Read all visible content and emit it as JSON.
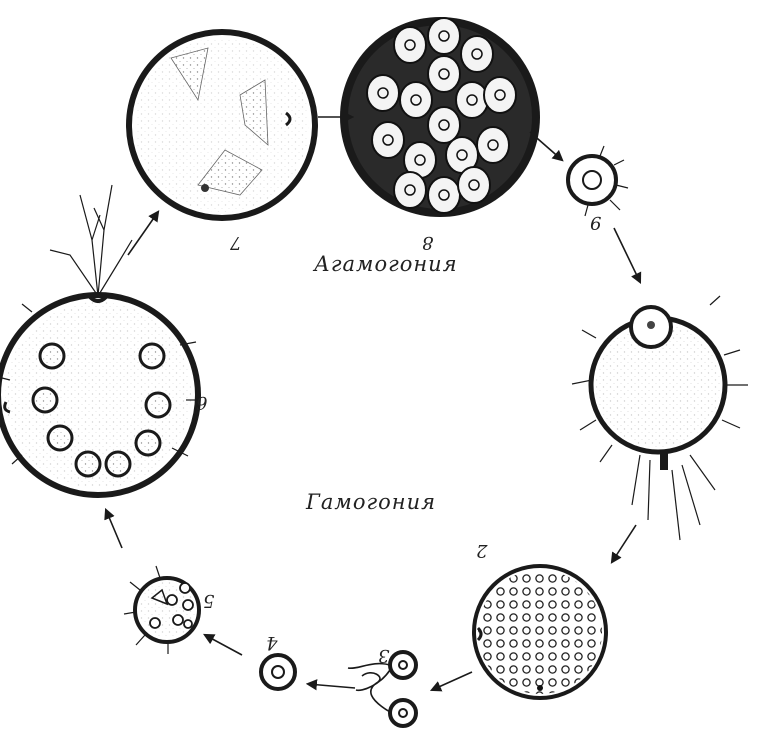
{
  "labels": {
    "agamogony": "Агамогония",
    "gamogony": "Гамогония"
  },
  "stage_numbers": {
    "s2": "2",
    "s3": "3",
    "s4": "4",
    "s5": "5",
    "s6": "6",
    "s7": "7",
    "s8": "8",
    "s9": "9"
  },
  "colors": {
    "ink": "#1a1a1a",
    "stipple": "#9a9a9a",
    "paper": "#ffffff"
  }
}
